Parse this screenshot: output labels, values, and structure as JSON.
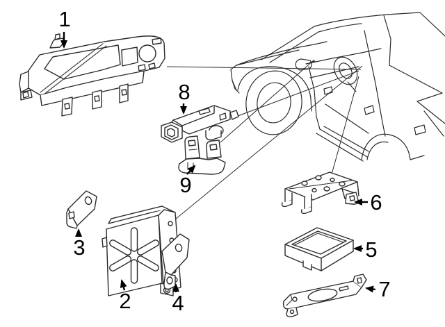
{
  "diagram": {
    "type": "parts-diagram",
    "background_color": "#ffffff",
    "line_color": "#2b2b2b",
    "label_color": "#000000",
    "callouts": [
      {
        "number": "1"
      },
      {
        "number": "2"
      },
      {
        "number": "3"
      },
      {
        "number": "4"
      },
      {
        "number": "5"
      },
      {
        "number": "6"
      },
      {
        "number": "7"
      },
      {
        "number": "8"
      },
      {
        "number": "9"
      }
    ]
  }
}
